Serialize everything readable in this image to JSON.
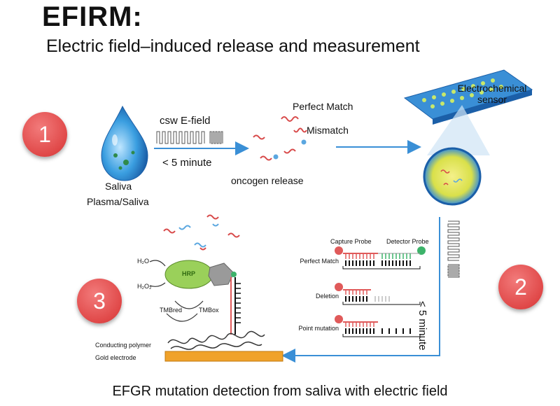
{
  "header": {
    "title": "EFIRM:",
    "subtitle": "Electric field–induced release and measurement"
  },
  "steps": {
    "one": "1",
    "two": "2",
    "three": "3"
  },
  "step1": {
    "field_label": "csw E-field",
    "time_label": "< 5 minute",
    "sample_line1": "Saliva",
    "sample_line2": "Plasma/Saliva",
    "perfect_match": "Perfect Match",
    "mismatch": "Mismatch",
    "release_label": "oncogen release",
    "sensor_line1": "Electrochemical",
    "sensor_line2": "sensor"
  },
  "step2": {
    "capture_probe": "Capture Probe",
    "detector_probe": "Detector Probe",
    "rows": [
      "Perfect Match",
      "Deletion",
      "Point mutation"
    ],
    "time_label": "< 5 minute"
  },
  "step3": {
    "h2o": "H₂O",
    "h2o2": "H₂O₂",
    "hrp": "HRP",
    "tmb_red": "TMBred",
    "tmb_ox": "TMBox",
    "polymer": "Conducting polymer",
    "electrode": "Gold electrode"
  },
  "caption": "EFGR mutation detection from saliva with electric field",
  "colors": {
    "arrow": "#3a8fd6",
    "badge": "#e04848",
    "dna_red": "#d84a4a",
    "dna_blue": "#5ba7e0",
    "hrp_green": "#9ad05a",
    "electrode": "#f0a22a"
  }
}
